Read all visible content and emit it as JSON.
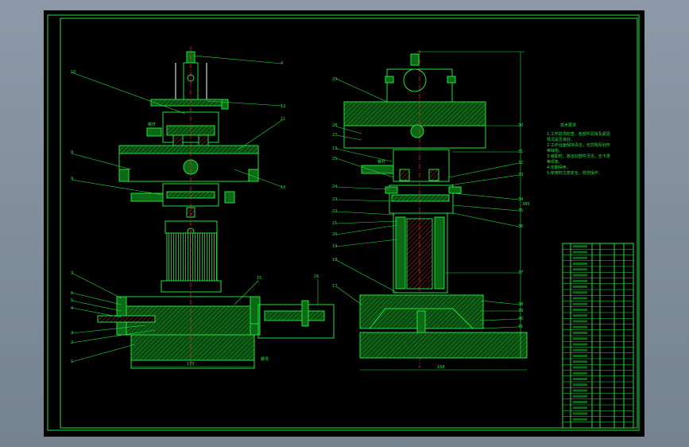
{
  "screen": {
    "background": "#000000",
    "line_color": "#22e03c",
    "accent_white": "#ffffff",
    "center_line_color": "#ff2a2a"
  },
  "left_view": {
    "callouts_left": [
      "10",
      "9",
      "9",
      "7",
      "6",
      "5",
      "4",
      "3",
      "2",
      "1"
    ],
    "callouts_right": [
      "4",
      "12",
      "11",
      "10",
      "15",
      "16"
    ],
    "dimension_width": "170",
    "small_label_1": "螺杆",
    "small_label_2": "螺母"
  },
  "right_view": {
    "callouts_left": [
      "29",
      "28",
      "27",
      "19",
      "25",
      "24",
      "23",
      "22",
      "21",
      "20",
      "19",
      "18",
      "17"
    ],
    "callouts_right": [
      "30",
      "31",
      "32",
      "33",
      "34",
      "35",
      "36",
      "37",
      "38",
      "39",
      "40",
      "41"
    ],
    "dimension_width": "168",
    "dimension_height": "385",
    "small_label": "螺杆"
  },
  "tech_notes": {
    "title": "技术要求",
    "lines": [
      "1.工作前须检查，各部件润滑及紧固",
      "  情况是否良好。",
      "2.工作台面保持清洁，无异物及划伤",
      "  等缺陷。",
      "3.装配时，各运动部件灵活，无卡滞",
      "  等现象。",
      "4.定期保养。",
      "5.使用时注意安全，规范操作。"
    ]
  },
  "title_block": {
    "rows": 32
  }
}
